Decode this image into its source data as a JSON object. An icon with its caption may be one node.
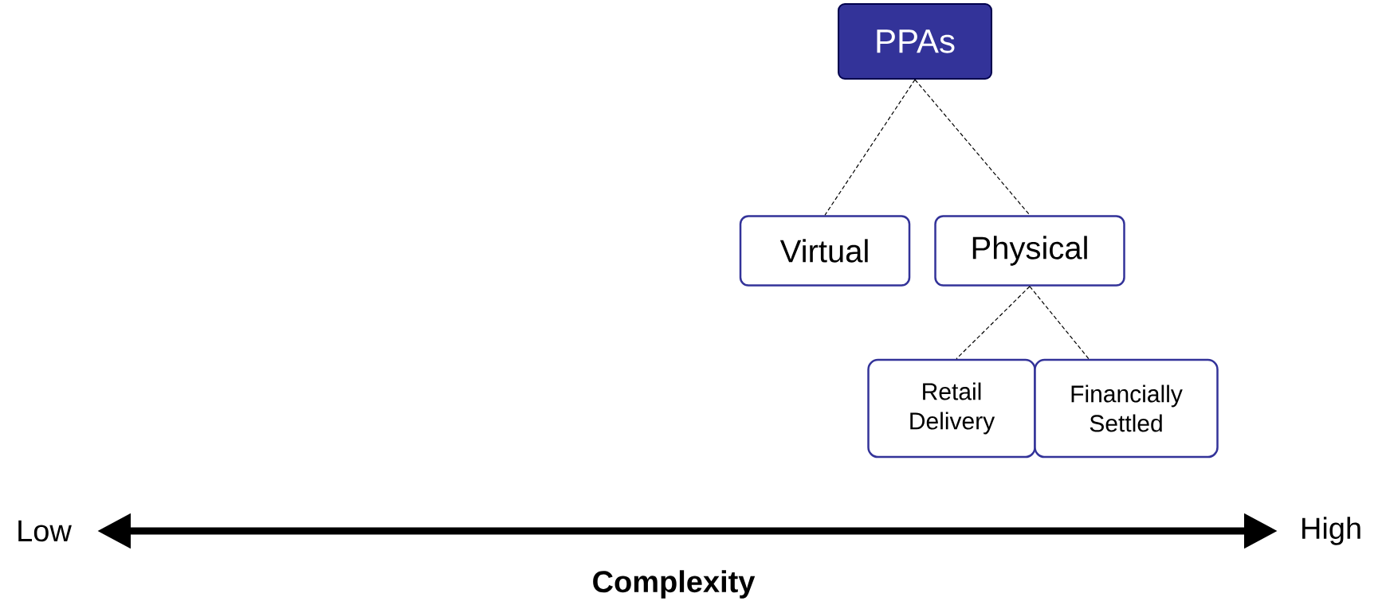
{
  "diagram": {
    "nodes": [
      {
        "text": [
          "PPAs"
        ]
      },
      {
        "text": [
          "Virtual"
        ]
      },
      {
        "text": [
          "Physical"
        ]
      },
      {
        "text": [
          "Retail Delivery"
        ]
      },
      {
        "text": [
          "Financially Settled"
        ]
      }
    ],
    "edges": [
      {
        "from": 0,
        "to": 1,
        "arrow": "none",
        "style": "dashed"
      },
      {
        "from": 0,
        "to": 2,
        "arrow": "none",
        "style": "dashed"
      },
      {
        "from": 2,
        "to": 3,
        "arrow": "none",
        "style": "dashed"
      },
      {
        "from": 2,
        "to": 4,
        "arrow": "none",
        "style": "dashed"
      }
    ],
    "labels": [
      "Low",
      "High",
      "Complexity"
    ]
  }
}
